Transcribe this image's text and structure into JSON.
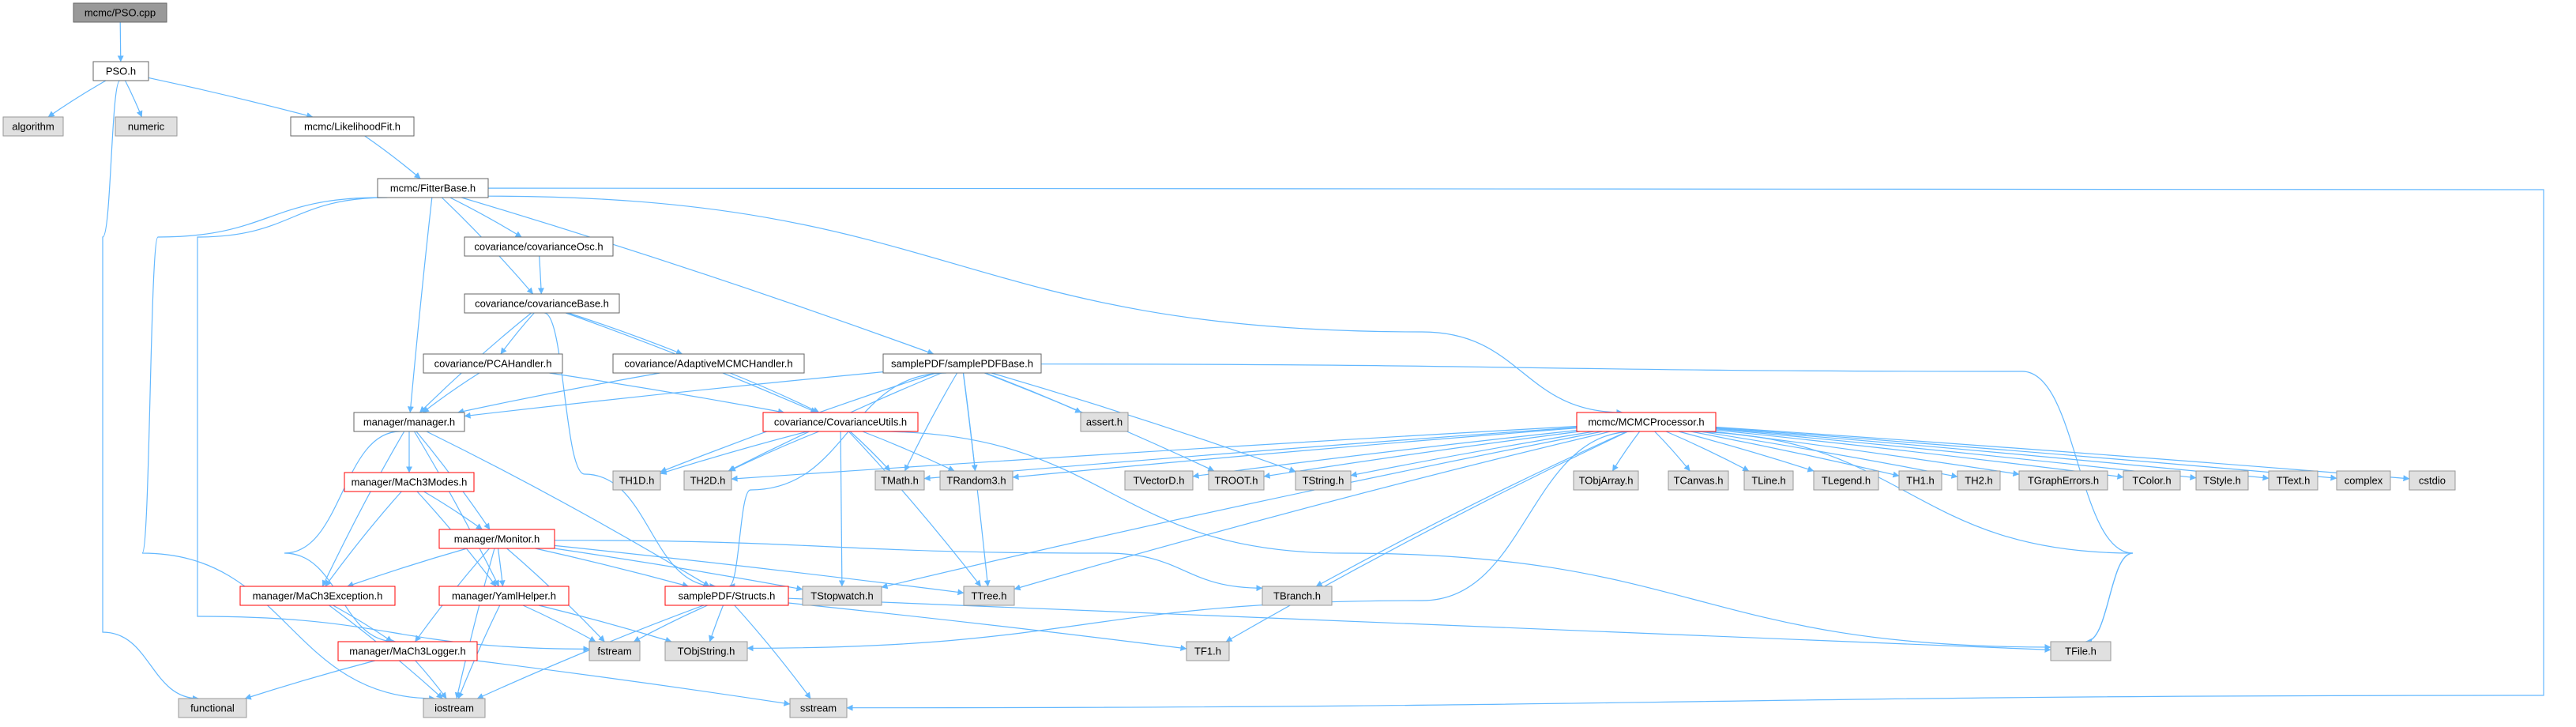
{
  "diagram": {
    "colors": {
      "edge": "#63b8ff",
      "root_fill": "#999999",
      "root_border": "#666666",
      "doc_fill": "#ffffff",
      "doc_border": "#666666",
      "ext_fill": "#e0e0e0",
      "ext_border": "#999999",
      "trunc_border": "#ff0000"
    },
    "nodes": [
      {
        "id": "pso_cpp",
        "label": "mcmc/PSO.cpp",
        "kind": "root"
      },
      {
        "id": "pso_h",
        "label": "PSO.h",
        "kind": "doc"
      },
      {
        "id": "algorithm",
        "label": "algorithm",
        "kind": "ext"
      },
      {
        "id": "numeric",
        "label": "numeric",
        "kind": "ext"
      },
      {
        "id": "likelihoodfit",
        "label": "mcmc/LikelihoodFit.h",
        "kind": "doc"
      },
      {
        "id": "fitterbase",
        "label": "mcmc/FitterBase.h",
        "kind": "doc"
      },
      {
        "id": "covosc",
        "label": "covariance/covarianceOsc.h",
        "kind": "doc"
      },
      {
        "id": "covbase",
        "label": "covariance/covarianceBase.h",
        "kind": "doc"
      },
      {
        "id": "pcahandler",
        "label": "covariance/PCAHandler.h",
        "kind": "doc"
      },
      {
        "id": "adaptive",
        "label": "covariance/AdaptiveMCMCHandler.h",
        "kind": "doc"
      },
      {
        "id": "samplepdfbase",
        "label": "samplePDF/samplePDFBase.h",
        "kind": "doc"
      },
      {
        "id": "mcmcprocessor",
        "label": "mcmc/MCMCProcessor.h",
        "kind": "trunc"
      },
      {
        "id": "manager",
        "label": "manager/manager.h",
        "kind": "doc"
      },
      {
        "id": "covutils",
        "label": "covariance/CovarianceUtils.h",
        "kind": "trunc"
      },
      {
        "id": "asserth",
        "label": "assert.h",
        "kind": "ext"
      },
      {
        "id": "mach3modes",
        "label": "manager/MaCh3Modes.h",
        "kind": "trunc"
      },
      {
        "id": "th1d",
        "label": "TH1D.h",
        "kind": "ext"
      },
      {
        "id": "th2d",
        "label": "TH2D.h",
        "kind": "ext"
      },
      {
        "id": "tmath",
        "label": "TMath.h",
        "kind": "ext"
      },
      {
        "id": "trandom3",
        "label": "TRandom3.h",
        "kind": "ext"
      },
      {
        "id": "tvectord",
        "label": "TVectorD.h",
        "kind": "ext"
      },
      {
        "id": "troot",
        "label": "TROOT.h",
        "kind": "ext"
      },
      {
        "id": "tstring",
        "label": "TString.h",
        "kind": "ext"
      },
      {
        "id": "tobjarray",
        "label": "TObjArray.h",
        "kind": "ext"
      },
      {
        "id": "tcanvas",
        "label": "TCanvas.h",
        "kind": "ext"
      },
      {
        "id": "tline",
        "label": "TLine.h",
        "kind": "ext"
      },
      {
        "id": "tlegend",
        "label": "TLegend.h",
        "kind": "ext"
      },
      {
        "id": "th1",
        "label": "TH1.h",
        "kind": "ext"
      },
      {
        "id": "th2",
        "label": "TH2.h",
        "kind": "ext"
      },
      {
        "id": "tgrapherrors",
        "label": "TGraphErrors.h",
        "kind": "ext"
      },
      {
        "id": "tcolor",
        "label": "TColor.h",
        "kind": "ext"
      },
      {
        "id": "tstyle",
        "label": "TStyle.h",
        "kind": "ext"
      },
      {
        "id": "ttext",
        "label": "TText.h",
        "kind": "ext"
      },
      {
        "id": "complex",
        "label": "complex",
        "kind": "ext"
      },
      {
        "id": "cstdio",
        "label": "cstdio",
        "kind": "ext"
      },
      {
        "id": "monitor",
        "label": "manager/Monitor.h",
        "kind": "trunc"
      },
      {
        "id": "exception",
        "label": "manager/MaCh3Exception.h",
        "kind": "trunc"
      },
      {
        "id": "yamlhelper",
        "label": "manager/YamlHelper.h",
        "kind": "trunc"
      },
      {
        "id": "structs",
        "label": "samplePDF/Structs.h",
        "kind": "trunc"
      },
      {
        "id": "tstopwatch",
        "label": "TStopwatch.h",
        "kind": "ext"
      },
      {
        "id": "ttree",
        "label": "TTree.h",
        "kind": "ext"
      },
      {
        "id": "tbranch",
        "label": "TBranch.h",
        "kind": "ext"
      },
      {
        "id": "logger",
        "label": "manager/MaCh3Logger.h",
        "kind": "trunc"
      },
      {
        "id": "fstream",
        "label": "fstream",
        "kind": "ext"
      },
      {
        "id": "tobjstring",
        "label": "TObjString.h",
        "kind": "ext"
      },
      {
        "id": "tf1",
        "label": "TF1.h",
        "kind": "ext"
      },
      {
        "id": "tfile",
        "label": "TFile.h",
        "kind": "ext"
      },
      {
        "id": "functional",
        "label": "functional",
        "kind": "ext"
      },
      {
        "id": "iostream",
        "label": "iostream",
        "kind": "ext"
      },
      {
        "id": "sstream",
        "label": "sstream",
        "kind": "ext"
      }
    ],
    "edges": [
      [
        "pso_cpp",
        "pso_h"
      ],
      [
        "pso_h",
        "algorithm"
      ],
      [
        "pso_h",
        "numeric"
      ],
      [
        "pso_h",
        "likelihoodfit"
      ],
      [
        "pso_h",
        "functional"
      ],
      [
        "likelihoodfit",
        "fitterbase"
      ],
      [
        "fitterbase",
        "covosc"
      ],
      [
        "fitterbase",
        "covbase"
      ],
      [
        "fitterbase",
        "manager"
      ],
      [
        "fitterbase",
        "samplepdfbase"
      ],
      [
        "fitterbase",
        "mcmcprocessor"
      ],
      [
        "fitterbase",
        "iostream"
      ],
      [
        "fitterbase",
        "fstream"
      ],
      [
        "fitterbase",
        "sstream"
      ],
      [
        "covosc",
        "covbase"
      ],
      [
        "covbase",
        "pcahandler"
      ],
      [
        "covbase",
        "adaptive"
      ],
      [
        "covbase",
        "manager"
      ],
      [
        "covbase",
        "covutils"
      ],
      [
        "covbase",
        "structs"
      ],
      [
        "pcahandler",
        "manager"
      ],
      [
        "pcahandler",
        "covutils"
      ],
      [
        "adaptive",
        "manager"
      ],
      [
        "adaptive",
        "covutils"
      ],
      [
        "samplepdfbase",
        "manager"
      ],
      [
        "samplepdfbase",
        "asserth"
      ],
      [
        "samplepdfbase",
        "th1d"
      ],
      [
        "samplepdfbase",
        "th2d"
      ],
      [
        "samplepdfbase",
        "tmath"
      ],
      [
        "samplepdfbase",
        "trandom3"
      ],
      [
        "samplepdfbase",
        "troot"
      ],
      [
        "samplepdfbase",
        "tstring"
      ],
      [
        "samplepdfbase",
        "ttree"
      ],
      [
        "samplepdfbase",
        "tfile"
      ],
      [
        "samplepdfbase",
        "structs"
      ],
      [
        "mcmcprocessor",
        "tmath"
      ],
      [
        "mcmcprocessor",
        "trandom3"
      ],
      [
        "mcmcprocessor",
        "tvectord"
      ],
      [
        "mcmcprocessor",
        "troot"
      ],
      [
        "mcmcprocessor",
        "tstring"
      ],
      [
        "mcmcprocessor",
        "tobjarray"
      ],
      [
        "mcmcprocessor",
        "tcanvas"
      ],
      [
        "mcmcprocessor",
        "tline"
      ],
      [
        "mcmcprocessor",
        "tlegend"
      ],
      [
        "mcmcprocessor",
        "th1"
      ],
      [
        "mcmcprocessor",
        "th2"
      ],
      [
        "mcmcprocessor",
        "tgrapherrors"
      ],
      [
        "mcmcprocessor",
        "tcolor"
      ],
      [
        "mcmcprocessor",
        "tstyle"
      ],
      [
        "mcmcprocessor",
        "ttext"
      ],
      [
        "mcmcprocessor",
        "complex"
      ],
      [
        "mcmcprocessor",
        "cstdio"
      ],
      [
        "mcmcprocessor",
        "tstopwatch"
      ],
      [
        "mcmcprocessor",
        "ttree"
      ],
      [
        "mcmcprocessor",
        "tbranch"
      ],
      [
        "mcmcprocessor",
        "tobjstring"
      ],
      [
        "mcmcprocessor",
        "tf1"
      ],
      [
        "mcmcprocessor",
        "tfile"
      ],
      [
        "mcmcprocessor",
        "th2d"
      ],
      [
        "manager",
        "mach3modes"
      ],
      [
        "manager",
        "monitor"
      ],
      [
        "manager",
        "exception"
      ],
      [
        "manager",
        "yamlhelper"
      ],
      [
        "manager",
        "logger"
      ],
      [
        "manager",
        "structs"
      ],
      [
        "covutils",
        "th1d"
      ],
      [
        "covutils",
        "th2d"
      ],
      [
        "covutils",
        "tmath"
      ],
      [
        "covutils",
        "trandom3"
      ],
      [
        "covutils",
        "tstopwatch"
      ],
      [
        "covutils",
        "ttree"
      ],
      [
        "covutils",
        "tfile"
      ],
      [
        "mach3modes",
        "exception"
      ],
      [
        "mach3modes",
        "yamlhelper"
      ],
      [
        "mach3modes",
        "monitor"
      ],
      [
        "monitor",
        "exception"
      ],
      [
        "monitor",
        "yamlhelper"
      ],
      [
        "monitor",
        "logger"
      ],
      [
        "monitor",
        "structs"
      ],
      [
        "monitor",
        "tstopwatch"
      ],
      [
        "monitor",
        "ttree"
      ],
      [
        "monitor",
        "tbranch"
      ],
      [
        "monitor",
        "fstream"
      ],
      [
        "monitor",
        "iostream"
      ],
      [
        "exception",
        "logger"
      ],
      [
        "exception",
        "iostream"
      ],
      [
        "yamlhelper",
        "fstream"
      ],
      [
        "yamlhelper",
        "iostream"
      ],
      [
        "yamlhelper",
        "tobjstring"
      ],
      [
        "structs",
        "fstream"
      ],
      [
        "structs",
        "tobjstring"
      ],
      [
        "structs",
        "tf1"
      ],
      [
        "structs",
        "tfile"
      ],
      [
        "structs",
        "sstream"
      ],
      [
        "structs",
        "iostream"
      ],
      [
        "logger",
        "functional"
      ],
      [
        "logger",
        "iostream"
      ],
      [
        "logger",
        "sstream"
      ]
    ]
  }
}
